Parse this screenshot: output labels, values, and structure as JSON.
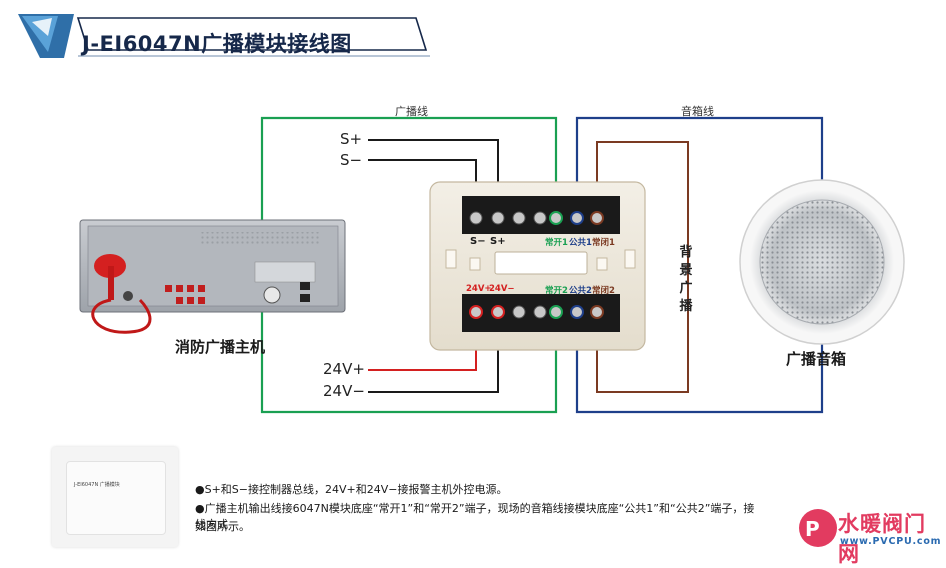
{
  "title": "J-EI6047N广播模块接线图",
  "wires": {
    "broadcast_line": "广播线",
    "speaker_line": "音箱线"
  },
  "signals": {
    "s_plus": "S+",
    "s_minus": "S−",
    "v24_plus": "24V+",
    "v24_minus": "24V−"
  },
  "labels": {
    "host": "消防广播主机",
    "speaker": "广播音箱",
    "background_broadcast": "背景广播"
  },
  "module_terminals": {
    "top_s_minus": "S−",
    "top_s_plus": "S+",
    "top_no1": "常开1",
    "top_com1": "公共1",
    "top_nc1": "常闭1",
    "bottom_24v_plus": "24V+",
    "bottom_24v_minus": "24V−",
    "bottom_no2": "常开2",
    "bottom_com2": "公共2",
    "bottom_nc2": "常闭2"
  },
  "thumbnail": {
    "model_text": "J-EI6047N 广播模块"
  },
  "notes": {
    "line1": "●S+和S−接控制器总线，24V+和24V−接报警主机外控电源。",
    "line2": "●广播主机输出线接6047N模块底座“常开1”和“常开2”端子，现场的音箱线接模块底座“公共1”和“公共2”端子，接线方式",
    "line3": "如图所示。"
  },
  "watermark": {
    "text": "水暖阀门网",
    "url": "www.PVCPU.com"
  },
  "colors": {
    "broadcast_wire": "#1aa052",
    "speaker_wire": "#1e3f8a",
    "brown_wire": "#7b3a22",
    "red_wire": "#d42020",
    "black_wire": "#1a1a1a",
    "header_navy": "#16284a"
  }
}
